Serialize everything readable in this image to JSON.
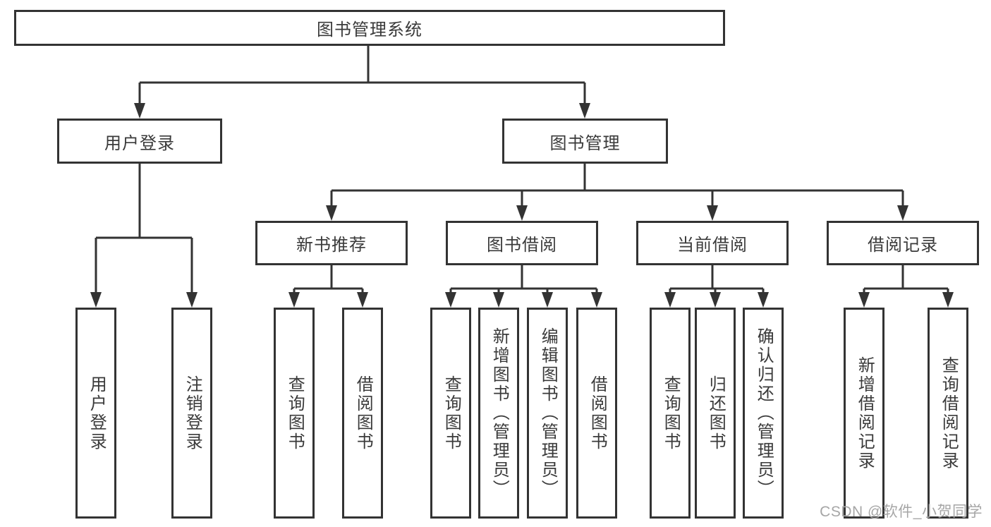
{
  "tree": {
    "label": "图书管理系统",
    "children": [
      {
        "label": "用户登录",
        "children": [
          {
            "label": "用户登录"
          },
          {
            "label": "注销登录"
          }
        ]
      },
      {
        "label": "图书管理",
        "children": [
          {
            "label": "新书推荐",
            "children": [
              {
                "label": "查询图书"
              },
              {
                "label": "借阅图书"
              }
            ]
          },
          {
            "label": "图书借阅",
            "children": [
              {
                "label": "查询图书"
              },
              {
                "label": "新增图书（管理员）"
              },
              {
                "label": "编辑图书（管理员）"
              },
              {
                "label": "借阅图书"
              }
            ]
          },
          {
            "label": "当前借阅",
            "children": [
              {
                "label": "查询图书"
              },
              {
                "label": "归还图书"
              },
              {
                "label": "确认归还（管理员）"
              }
            ]
          },
          {
            "label": "借阅记录",
            "children": [
              {
                "label": "新增借阅记录"
              },
              {
                "label": "查询借阅记录"
              }
            ]
          }
        ]
      }
    ]
  },
  "watermark": {
    "text": "CSDN @软件_小贺同学"
  },
  "colors": {
    "line": "#333333",
    "box_border": "#333333",
    "text": "#3a3a3a",
    "watermark": "#a6a6a6",
    "background": "#ffffff"
  }
}
